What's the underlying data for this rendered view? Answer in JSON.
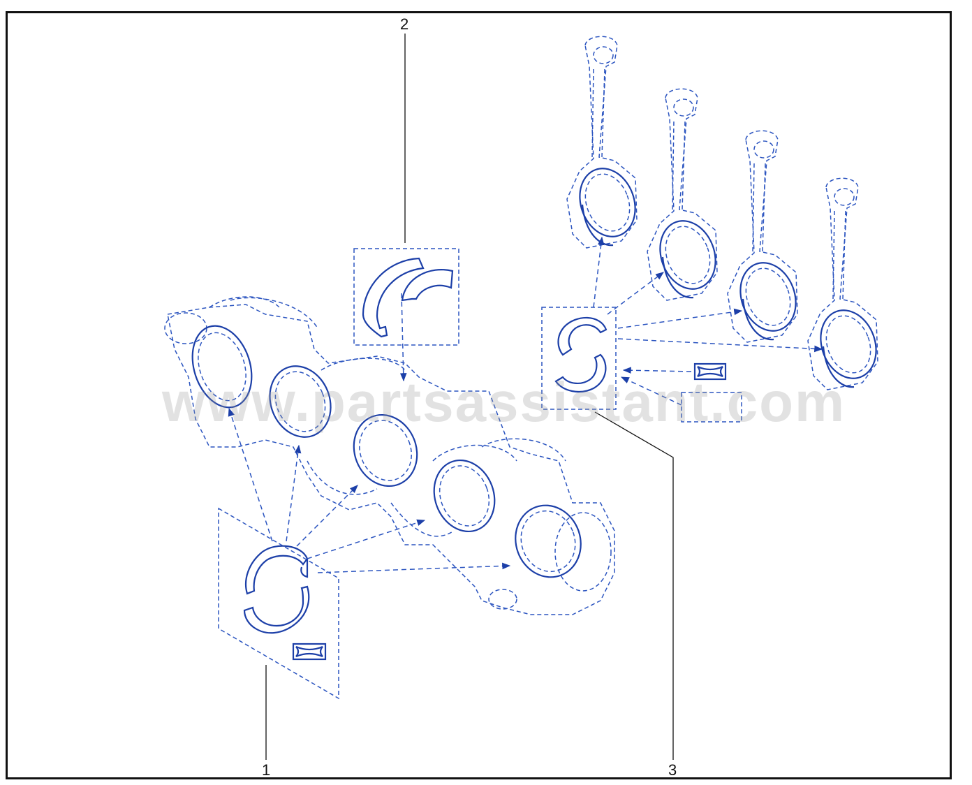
{
  "callouts": [
    {
      "id": "1",
      "label": "1"
    },
    {
      "id": "2",
      "label": "2"
    },
    {
      "id": "3",
      "label": "3"
    }
  ],
  "watermark": "www.partsassistant.com",
  "colors": {
    "line": "#1c3fa8",
    "dashed": "#2c55c0",
    "frame": "#111111",
    "watermark": "#969696"
  }
}
